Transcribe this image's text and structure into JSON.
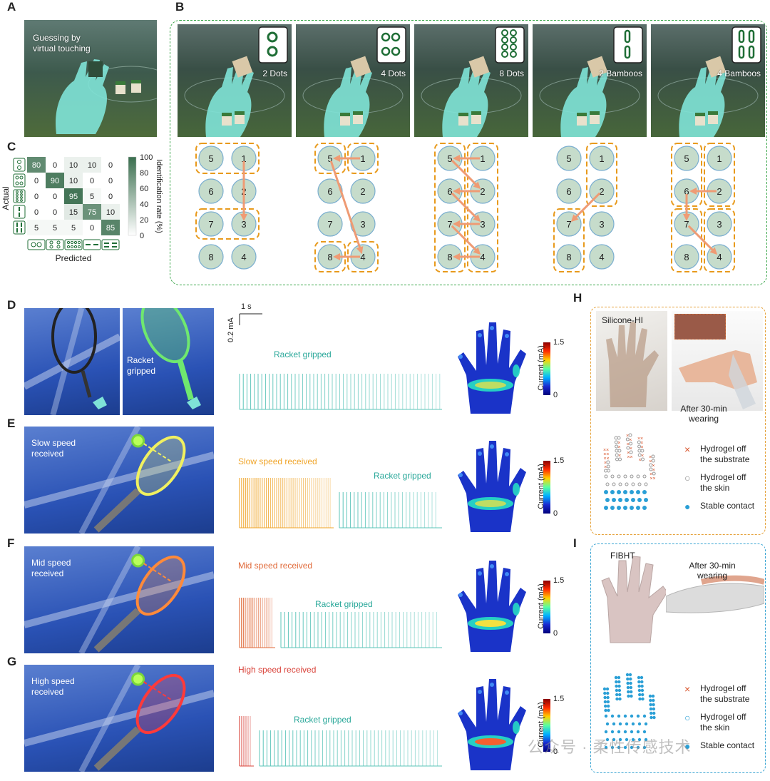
{
  "panels": {
    "A": {
      "label": "A",
      "caption": "Guessing by\nvirtual touching"
    },
    "B": {
      "label": "B",
      "tiles": [
        {
          "name": "2 Dots"
        },
        {
          "name": "4 Dots"
        },
        {
          "name": "8 Dots"
        },
        {
          "name": "2 Bamboos"
        },
        {
          "name": "4 Bamboos"
        }
      ],
      "electrode_numbers": [
        "5",
        "1",
        "6",
        "2",
        "7",
        "3",
        "8",
        "4"
      ]
    },
    "C": {
      "label": "C",
      "ylabel": "Actual",
      "xlabel": "Predicted",
      "colorbar_label": "Identification rate (%)",
      "colorbar_ticks": [
        "100",
        "80",
        "60",
        "40",
        "20",
        "0"
      ]
    },
    "D": {
      "label": "D",
      "caption_right": "Racket\ngripped",
      "trace_label": "Racket gripped",
      "scale_y": "0.2 mA",
      "scale_x": "1 s"
    },
    "E": {
      "label": "E",
      "caption": "Slow speed\nreceived",
      "trace_label_1": "Slow speed received",
      "trace_label_2": "Racket gripped"
    },
    "F": {
      "label": "F",
      "caption": "Mid speed\nreceived",
      "trace_label_1": "Mid speed received",
      "trace_label_2": "Racket gripped"
    },
    "G": {
      "label": "G",
      "caption": "High speed\nreceived",
      "trace_label_1": "High speed received",
      "trace_label_2": "Racket gripped"
    },
    "heatmap": {
      "colorbar_label": "Current (mA)",
      "max": "1.5",
      "min": "0"
    },
    "H": {
      "label": "H",
      "photo1": "Silicone-HI",
      "photo2": "After 30-min\nwearing",
      "legend": [
        {
          "symbol": "×",
          "text": "Hydrogel off\nthe substrate",
          "color": "#d9532a"
        },
        {
          "symbol": "○",
          "text": "Hydrogel off\nthe skin",
          "color": "#888888"
        },
        {
          "symbol": "●",
          "text": "Stable contact",
          "color": "#2a9fd6"
        }
      ]
    },
    "I": {
      "label": "I",
      "photo1": "FIBHT",
      "photo2": "After 30-min\nwearing",
      "legend": [
        {
          "symbol": "×",
          "text": "Hydrogel off\nthe substrate",
          "color": "#d9532a"
        },
        {
          "symbol": "○",
          "text": "Hydrogel off\nthe skin",
          "color": "#2a9fd6"
        },
        {
          "symbol": "●",
          "text": "Stable contact",
          "color": "#2a9fd6"
        }
      ]
    },
    "watermark": "公众号 · 柔性传感技术"
  },
  "chart_data": {
    "type": "heatmap",
    "title": "",
    "xlabel": "Predicted",
    "ylabel": "Actual",
    "categories": [
      "2 Dots",
      "4 Dots",
      "8 Dots",
      "2 Bamboos",
      "4 Bamboos"
    ],
    "values": [
      [
        80,
        0,
        10,
        10,
        0
      ],
      [
        0,
        90,
        10,
        0,
        0
      ],
      [
        0,
        0,
        95,
        5,
        0
      ],
      [
        0,
        0,
        15,
        75,
        10
      ],
      [
        5,
        5,
        5,
        0,
        85
      ]
    ],
    "colorbar": {
      "label": "Identification rate (%)",
      "range": [
        0,
        100
      ]
    }
  }
}
